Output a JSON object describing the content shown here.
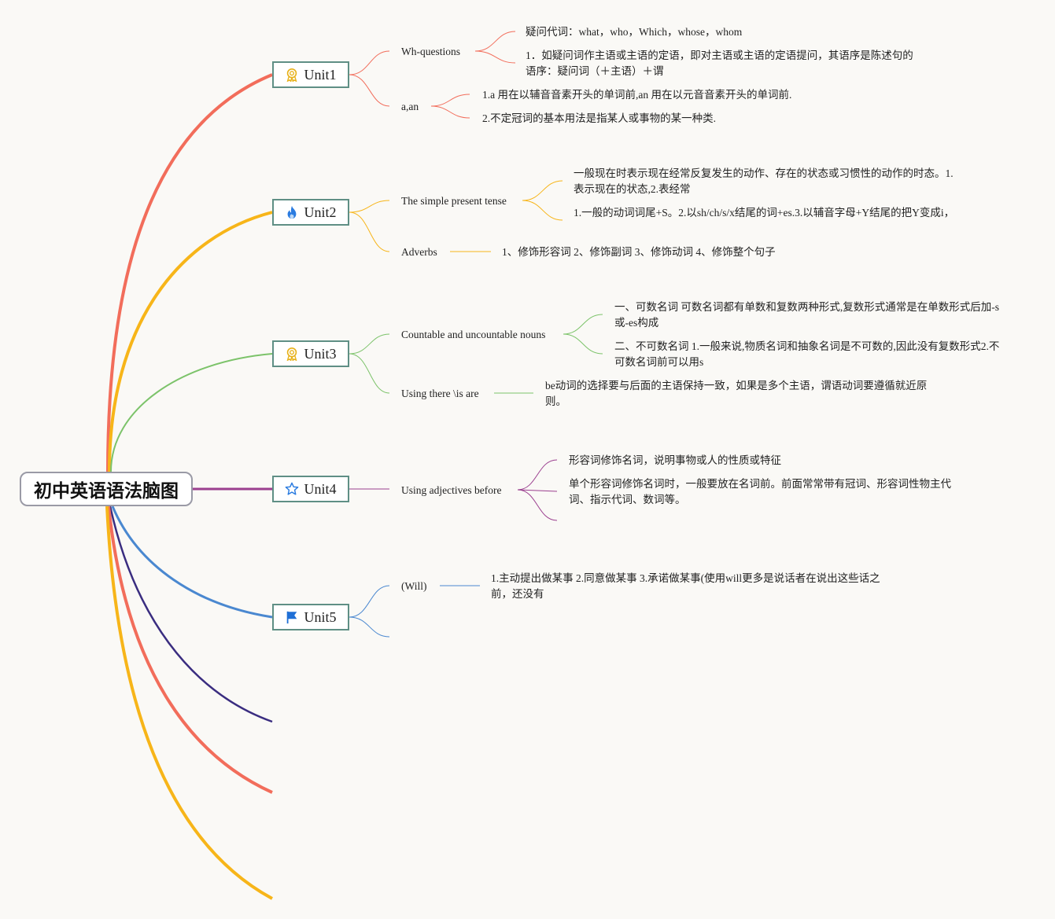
{
  "root": {
    "title": "初中英语语法脑图"
  },
  "colors": {
    "unit1": "#f26d5b",
    "unit2": "#f7b519",
    "unit3": "#7cc36a",
    "unit4": "#9b3f8f",
    "unit5": "#4a88d0",
    "extra_purple": "#3a2d80",
    "extra_red": "#f26d5b",
    "extra_yellow": "#f7b519",
    "unit_border": "#5f8f85"
  },
  "units": [
    {
      "label": "Unit1",
      "icon": "ribbon-medal-icon"
    },
    {
      "label": "Unit2",
      "icon": "flame-icon"
    },
    {
      "label": "Unit3",
      "icon": "ribbon-medal-icon"
    },
    {
      "label": "Unit4",
      "icon": "star-outline-icon"
    },
    {
      "label": "Unit5",
      "icon": "flag-icon"
    }
  ],
  "topics": {
    "u1_wh": "Wh-questions",
    "u1_a": "a,an",
    "u2_tense": "The simple present tense",
    "u2_adv": "Adverbs",
    "u3_nouns": "Countable and uncountable nouns",
    "u3_there": "Using there \\is are",
    "u4_adj": "Using adjectives before",
    "u5_will": "(Will)"
  },
  "details": {
    "u1_wh_1": "疑问代词：what，who，Which，whose，whom",
    "u1_wh_2": "1．如疑问词作主语或主语的定语，即对主语或主语的定语提问，其语序是陈述句的语序：疑问词（＋主语）＋谓",
    "u1_a_1": "1.a 用在以辅音音素开头的单词前,an 用在以元音音素开头的单词前.",
    "u1_a_2": "2.不定冠词的基本用法是指某人或事物的某一种类.",
    "u2_tense_1": "一般现在时表示现在经常反复发生的动作、存在的状态或习惯性的动作的时态。1.表示现在的状态,2.表经常",
    "u2_tense_2": "1.一般的动词词尾+S。2.以sh/ch/s/x结尾的词+es.3.以辅音字母+Y结尾的把Y变成i，",
    "u2_adv_1": "1、修饰形容词 2、修饰副词 3、修饰动词 4、修饰整个句子",
    "u3_nouns_1": "一、可数名词 可数名词都有单数和复数两种形式,复数形式通常是在单数形式后加-s或-es构成",
    "u3_nouns_2": "二、不可数名词 1.一般来说,物质名词和抽象名词是不可数的,因此没有复数形式2.不可数名词前可以用s",
    "u3_there_1": "be动词的选择要与后面的主语保持一致，如果是多个主语，谓语动词要遵循就近原则。",
    "u4_adj_1": "形容词修饰名词，说明事物或人的性质或特征",
    "u4_adj_2": "单个形容词修饰名词时，一般要放在名词前。前面常常带有冠词、形容词性物主代词、指示代词、数词等。",
    "u5_will_1": "1.主动提出做某事 2.同意做某事 3.承诺做某事(使用will更多是说话者在说出这些话之前，还没有"
  }
}
